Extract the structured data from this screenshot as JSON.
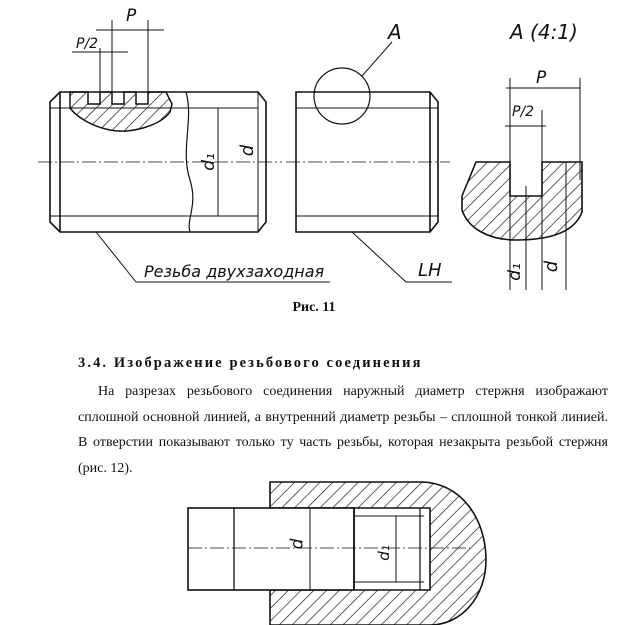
{
  "figure11": {
    "labels": {
      "pitch": "P",
      "half_pitch": "P/2",
      "d1": "d₁",
      "d": "d",
      "detail_marker": "A",
      "detail_title": "A (4:1)",
      "detail_pitch": "P",
      "detail_half_pitch": "P/2",
      "detail_d1": "d₁",
      "detail_d": "d",
      "callout_left": "Резьба двухзаходная",
      "callout_right": "LH"
    },
    "caption": "Рис. 11"
  },
  "section": {
    "title": "3.4. Изображение резьбового соединения",
    "paragraph": "На разрезах резьбового соединения наружный диаметр стержня изображают сплошной основной линией, а внутренний диаметр резьбы – сплошной тонкой линией. В отверстии показывают только ту часть резьбы, которая незакрыта резьбой стержня (рис. 12)."
  },
  "figure12": {
    "labels": {
      "d": "d",
      "d1": "d₁"
    }
  }
}
